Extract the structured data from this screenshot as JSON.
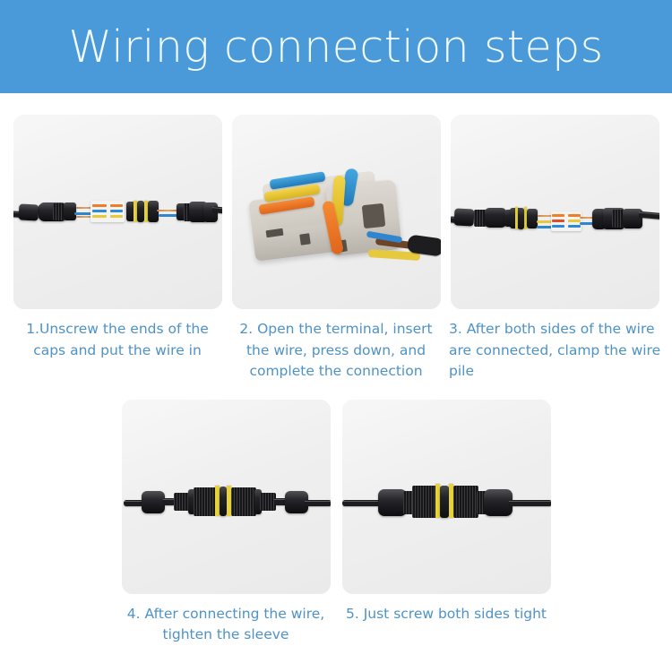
{
  "header": {
    "title": "Wiring connection steps",
    "background_color": "#4a9ad9",
    "text_color": "#f2fbff"
  },
  "theme": {
    "caption_color": "#4e92c6",
    "card_background": "#f0f0f0",
    "page_background": "#ffffff"
  },
  "steps": [
    {
      "number": "1",
      "caption": "1.Unscrew the ends of the caps and put the wire in",
      "image_alt": "black waterproof cable connector opened with wires and white terminal block",
      "align": "center"
    },
    {
      "number": "2",
      "caption": "2. Open the terminal, insert the wire, press down, and complete the connection",
      "image_alt": "grey lever wire connector with blue yellow and orange levers raised",
      "align": "center"
    },
    {
      "number": "3",
      "caption": "3. After both sides of the wire are connected, clamp the wire pile",
      "image_alt": "both connector halves wired to the terminal block",
      "align": "left"
    },
    {
      "number": "4",
      "caption": "4. After connecting the wire, tighten the sleeve",
      "image_alt": "assembled black connector with yellow sealing rings",
      "align": "center"
    },
    {
      "number": "5",
      "caption": "5. Just screw both sides tight",
      "image_alt": "fully tightened waterproof cable connector",
      "align": "center"
    }
  ]
}
